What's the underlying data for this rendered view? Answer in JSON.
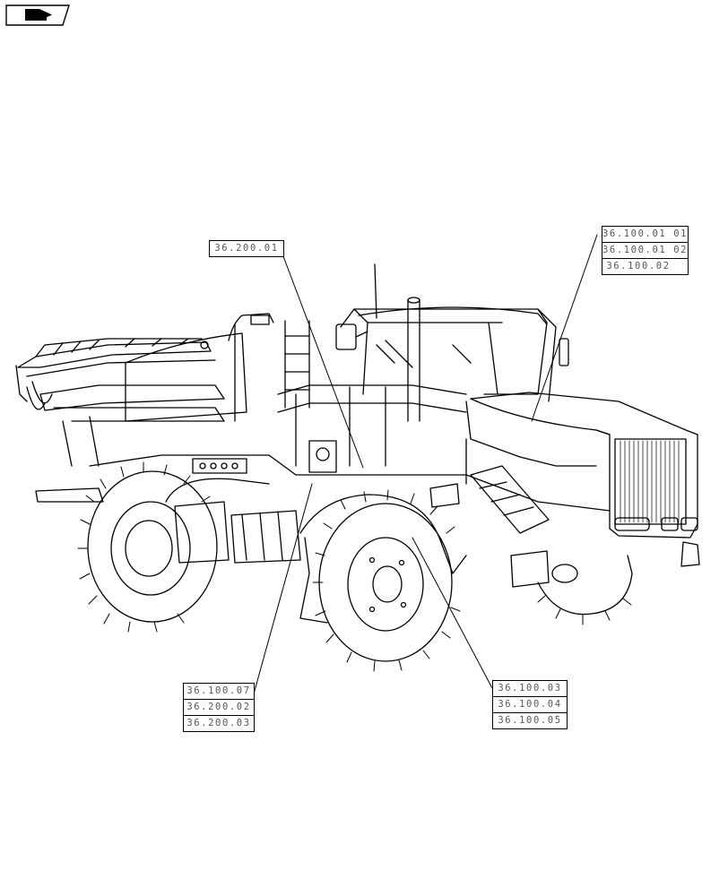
{
  "nav": {
    "icon": "navigate-arrow-icon"
  },
  "callouts": {
    "top_left": [
      "36.200.01"
    ],
    "top_right": [
      "36.100.01 01",
      "36.100.01 02",
      "36.100.02"
    ],
    "bottom_left": [
      "36.100.07",
      "36.200.02",
      "36.200.03"
    ],
    "bottom_right": [
      "36.100.03",
      "36.100.04",
      "36.100.05"
    ]
  },
  "colors": {
    "line": "#000000",
    "ref_text": "#555555",
    "background": "#ffffff"
  }
}
